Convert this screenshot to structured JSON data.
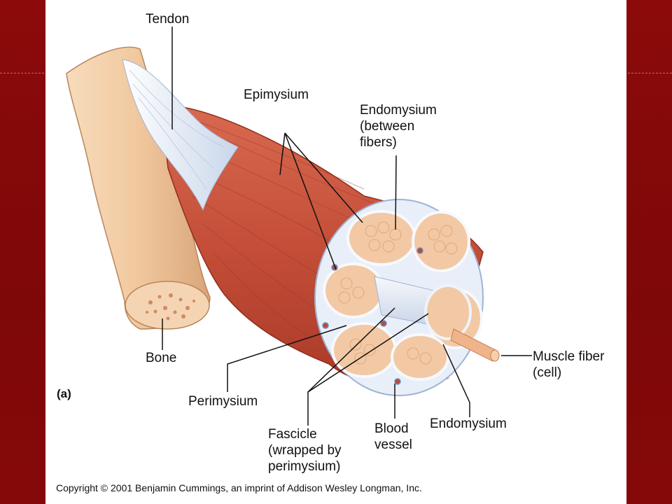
{
  "labels": {
    "tendon": "Tendon",
    "epimysium": "Epimysium",
    "endomysium_between": "Endomysium\n(between\nfibers)",
    "bone": "Bone",
    "panel": "(a)",
    "perimysium": "Perimysium",
    "fascicle": "Fascicle\n(wrapped by\nperimysium)",
    "blood_vessel": "Blood\nvessel",
    "endomysium": "Endomysium",
    "muscle_fiber": "Muscle fiber\n(cell)"
  },
  "copyright": "Copyright © 2001 Benjamin Cummings, an imprint of Addison Wesley Longman, Inc.",
  "colors": {
    "slide_background": "#8a0b0b",
    "muscle": "#c9543d",
    "bone": "#f0c9a0",
    "tendon": "#e8eef8",
    "fascicle_fill": "#f2c9a4",
    "connective": "#eef3fb"
  }
}
